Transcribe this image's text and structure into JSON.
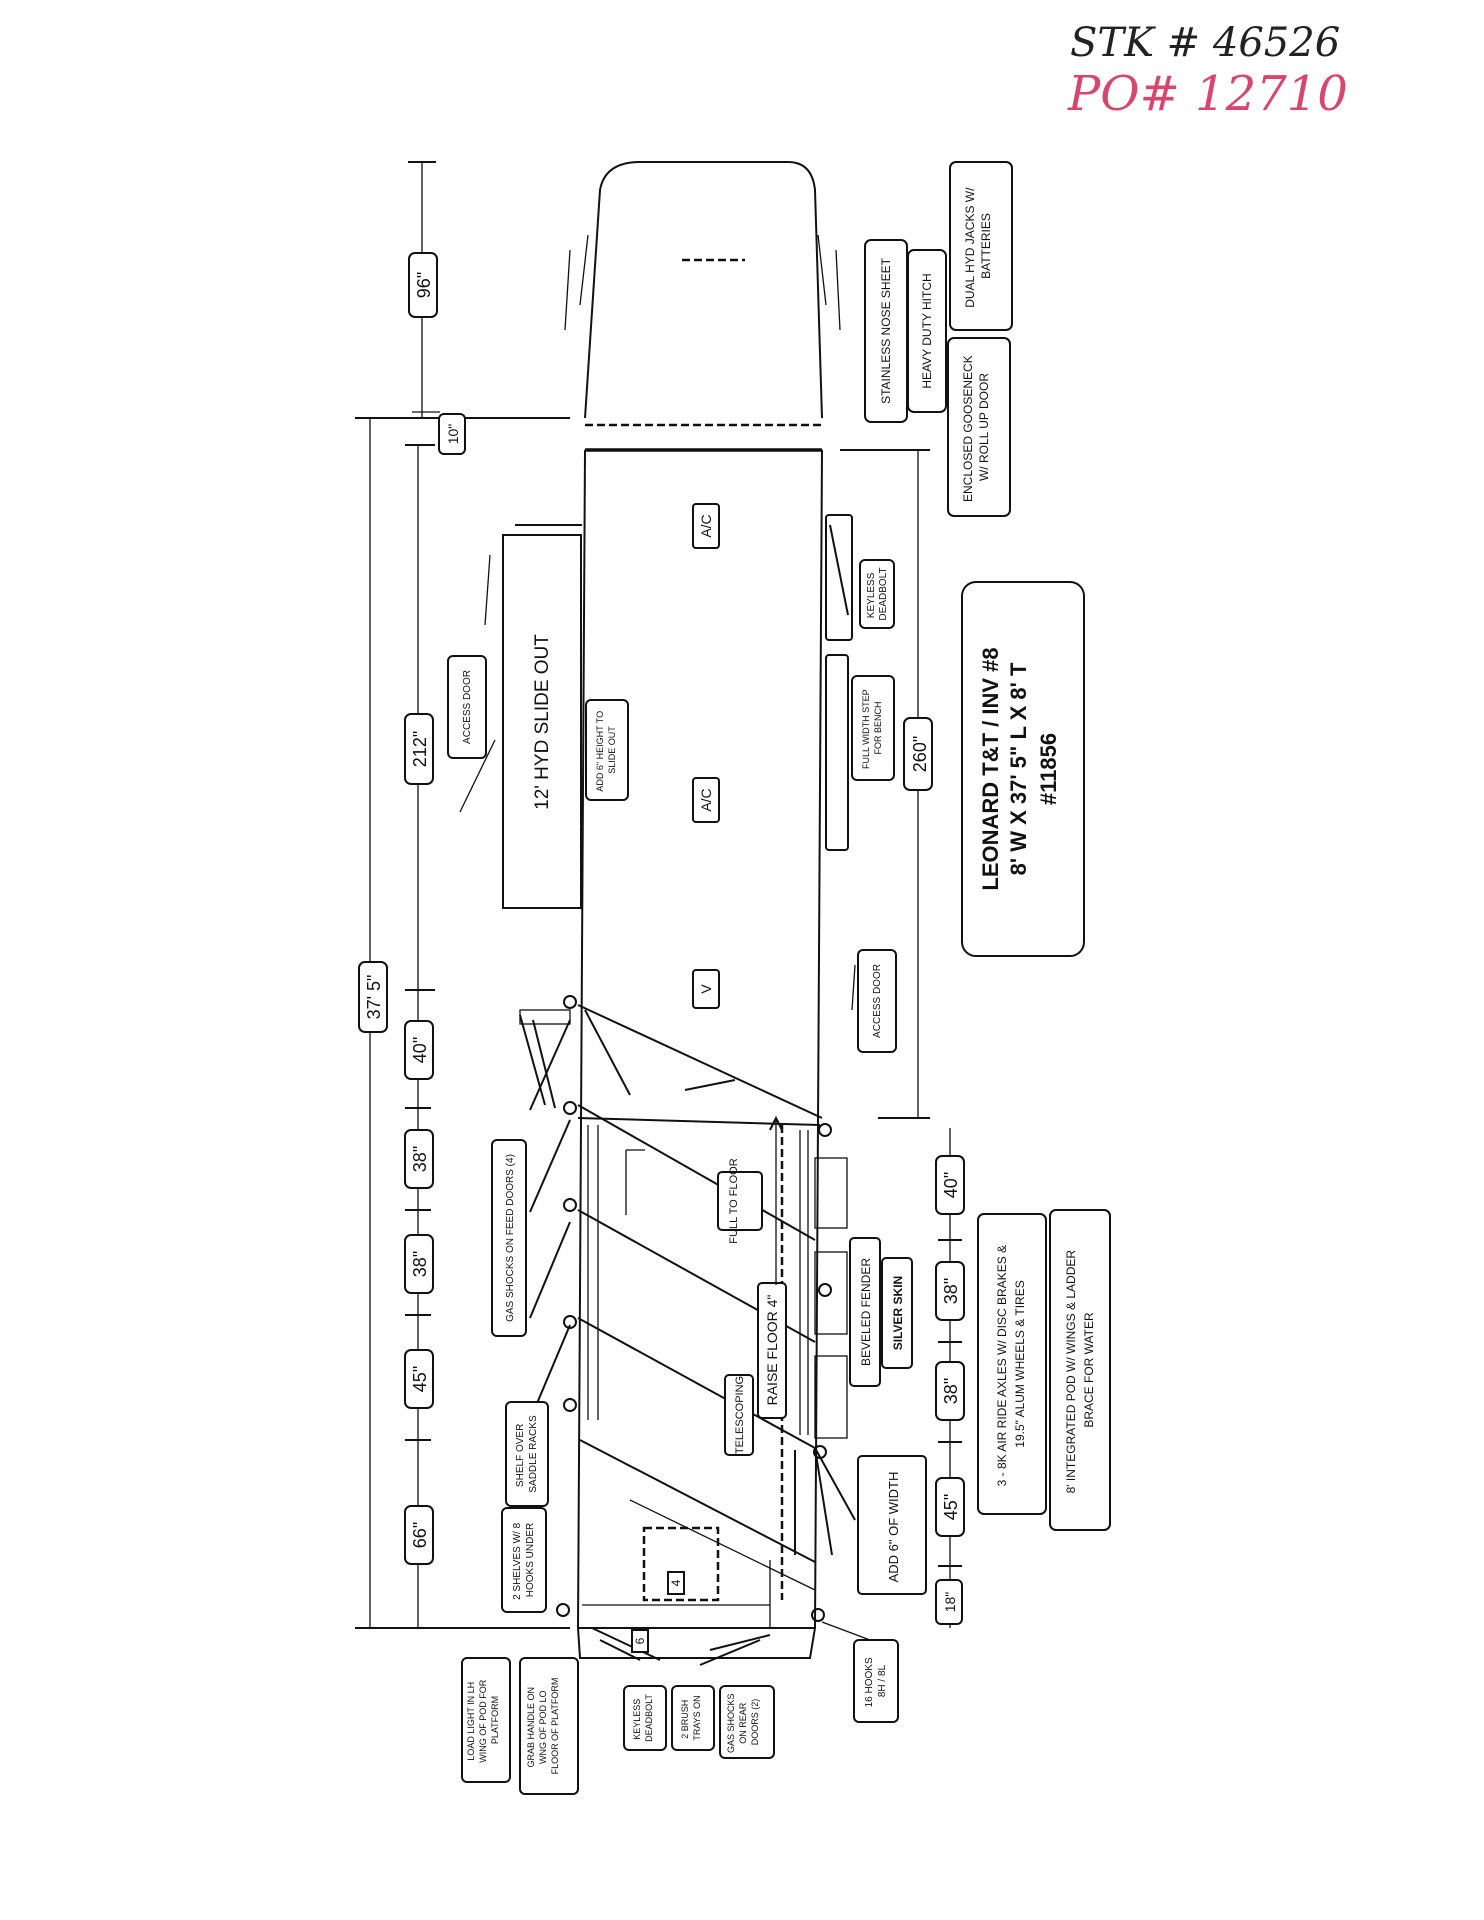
{
  "handwritten": {
    "stk": "STK # 46526",
    "po": "PO# 12710",
    "po_color": "#d9466d"
  },
  "title_box": {
    "line1": "LEONARD T&T / INV #8",
    "line2": "8' W X 37' 5\" L X 8' T",
    "line3": "#11856"
  },
  "dimensions": {
    "overall": "37' 5\"",
    "nose": "96\"",
    "gooseneck_gap": "10\"",
    "living": "212\"",
    "left_stalls": [
      "40\"",
      "38\"",
      "38\"",
      "45\"",
      "66\""
    ],
    "right_total": "260\"",
    "right_stalls": [
      "40\"",
      "38\"",
      "38\"",
      "45\"",
      "18\""
    ]
  },
  "interior": {
    "ac1": "A/C",
    "ac2": "A/C",
    "vent": "V",
    "slide_out": "12' HYD SLIDE OUT",
    "full_to_floor": "FULL TO FLOOR",
    "raise_floor": "RAISE FLOOR 4\"",
    "telescoping": "TELESCOPING",
    "add_width": "ADD 6\" OF WIDTH",
    "small_num_a": "4",
    "small_num_b": "6"
  },
  "callouts": {
    "stainless": "STAINLESS NOSE SHEET",
    "heavy_hitch": "HEAVY DUTY HITCH",
    "dual_jacks": [
      "DUAL HYD JACKS W/",
      "BATTERIES"
    ],
    "gooseneck_door": [
      "ENCLOSED GOOSENECK",
      "W/ ROLL UP DOOR"
    ],
    "keyless_side": [
      "KEYLESS",
      "DEADBOLT"
    ],
    "access_door_top": "ACCESS DOOR",
    "add_height": [
      "ADD 6\" HEIGHT TO",
      "SLIDE OUT"
    ],
    "full_width_step": [
      "FULL WIDTH STEP",
      "FOR BENCH"
    ],
    "access_door_bottom": "ACCESS DOOR",
    "gas_shocks_feed": "GAS SHOCKS ON FEED DOORS (4)",
    "beveled_fender": "BEVELED FENDER",
    "silver_skin": "SILVER SKIN",
    "shelf_over": [
      "SHELF OVER",
      "SADDLE RACKS"
    ],
    "two_shelves": [
      "2 SHELVES W/ 8",
      "HOOKS UNDER"
    ],
    "axles": [
      "3 - 8K AIR RIDE AXLES W/ DISC BRAKES &",
      "19.5\" ALUM WHEELS & TIRES"
    ],
    "pod": [
      "8' INTEGRATED POD W/ WINGS & LADDER",
      "BRACE FOR WATER"
    ],
    "load_light": [
      "LOAD LIGHT IN LH",
      "WING OF POD FOR",
      "PLATFORM"
    ],
    "grab_handle": [
      "GRAB HANDLE ON",
      "WNG OF POD LO",
      "FLOOR OF PLATFORM"
    ],
    "keyless_rear": [
      "KEYLESS",
      "DEADBOLT"
    ],
    "brush_trays": [
      "2 BRUSH",
      "TRAYS ON"
    ],
    "gas_shocks_rear": [
      "GAS SHOCKS",
      "ON REAR",
      "DOORS (2)"
    ],
    "hooks": [
      "16 HOOKS",
      "8H / 8L"
    ]
  }
}
